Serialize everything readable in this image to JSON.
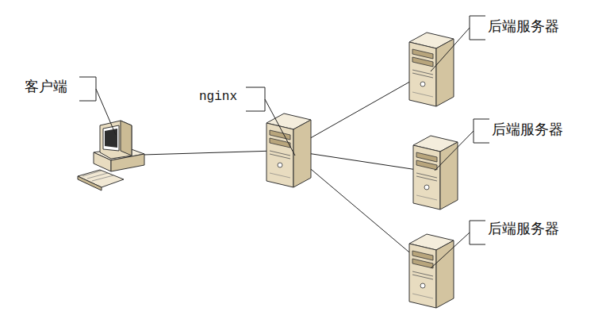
{
  "diagram": {
    "nodes": [
      {
        "text": [
          "客户端"
        ]
      },
      {
        "text": [
          "nginx"
        ]
      },
      {
        "text": [
          "后端服务器"
        ]
      },
      {
        "text": [
          "后端服务器"
        ]
      },
      {
        "text": [
          "后端服务器"
        ]
      }
    ],
    "edges": [
      {
        "from": 0,
        "to": 1,
        "arrow": "none"
      },
      {
        "from": 1,
        "to": 2,
        "arrow": "none"
      },
      {
        "from": 1,
        "to": 3,
        "arrow": "none"
      },
      {
        "from": 1,
        "to": 4,
        "arrow": "none"
      }
    ]
  }
}
